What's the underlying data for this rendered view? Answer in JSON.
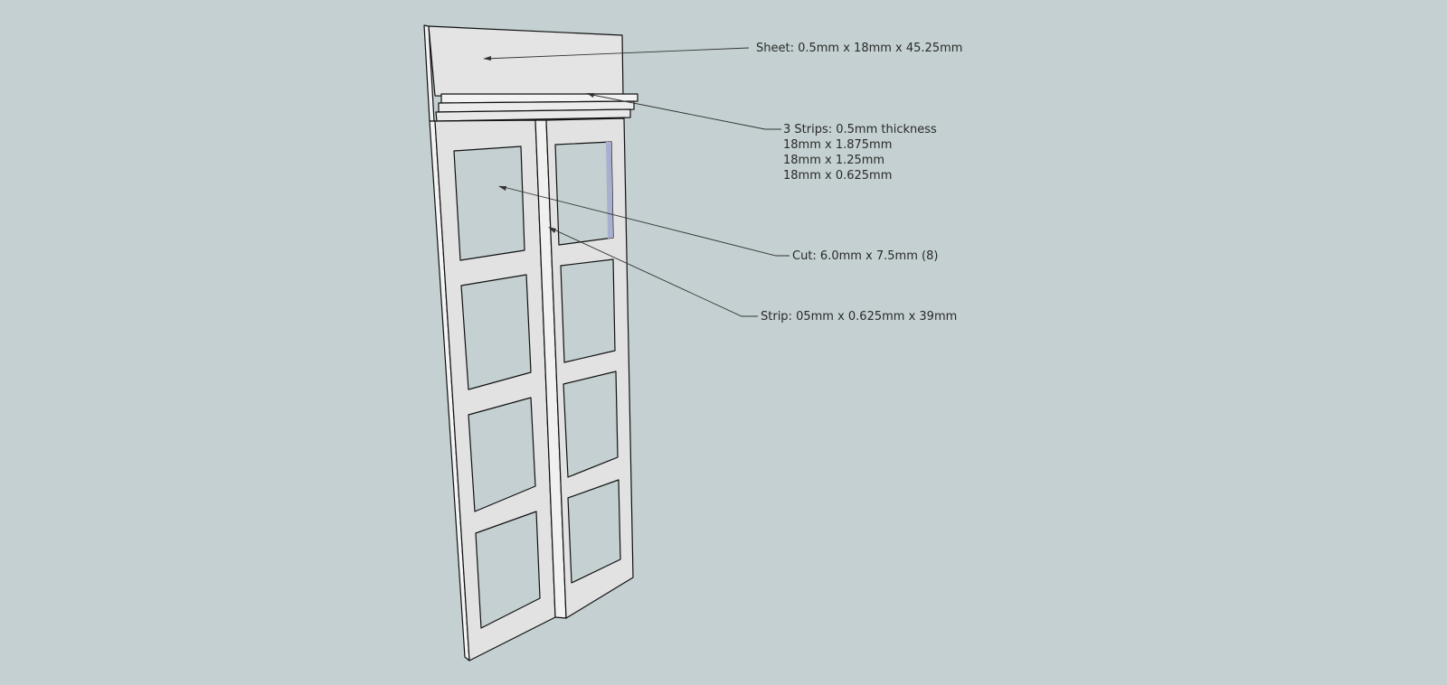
{
  "colors": {
    "background": "#c4d0d1",
    "model_face": "#e4e4e4",
    "model_side": "#f2f2f2",
    "edge": "#111111",
    "glass_tint": "#a9afce",
    "leader": "#333333"
  },
  "annotations": {
    "sheet": {
      "text": "Sheet: 0.5mm x 18mm x 45.25mm"
    },
    "strips": {
      "lines": [
        "3 Strips: 0.5mm thickness",
        "18mm x 1.875mm",
        "18mm x 1.25mm",
        "18mm x 0.625mm"
      ]
    },
    "cut": {
      "text": "Cut: 6.0mm x 7.5mm (8)"
    },
    "strip": {
      "text": "Strip: 05mm x 0.625mm x 39mm"
    }
  }
}
